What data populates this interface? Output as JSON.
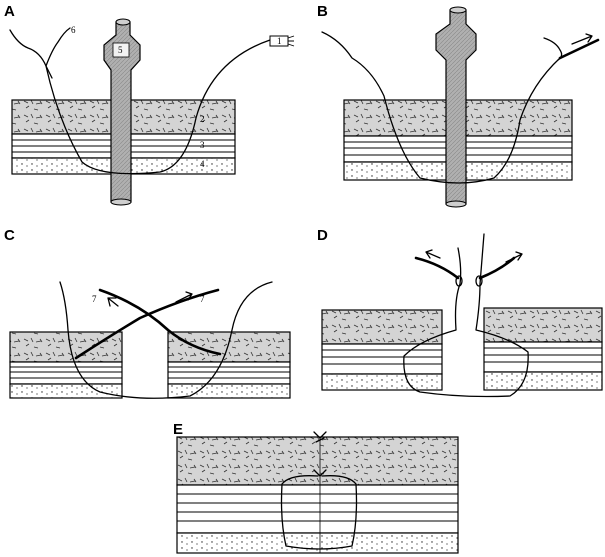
{
  "panels": [
    {
      "label": "A"
    },
    {
      "label": "B"
    },
    {
      "label": "C"
    },
    {
      "label": "D"
    },
    {
      "label": "E"
    }
  ],
  "annotations": {
    "a_thread_end": "6",
    "a_tube": "5",
    "a_needle_tip": "1",
    "a_layer_2": "2",
    "a_layer_3": "3",
    "a_layer_4": "4",
    "c_left_end": "7",
    "c_right_end": "7"
  },
  "colors": {
    "ink": "#000000",
    "tissue_fill": "#cfcfcf",
    "tube_fill": "#b8b8b8",
    "background": "#ffffff"
  }
}
